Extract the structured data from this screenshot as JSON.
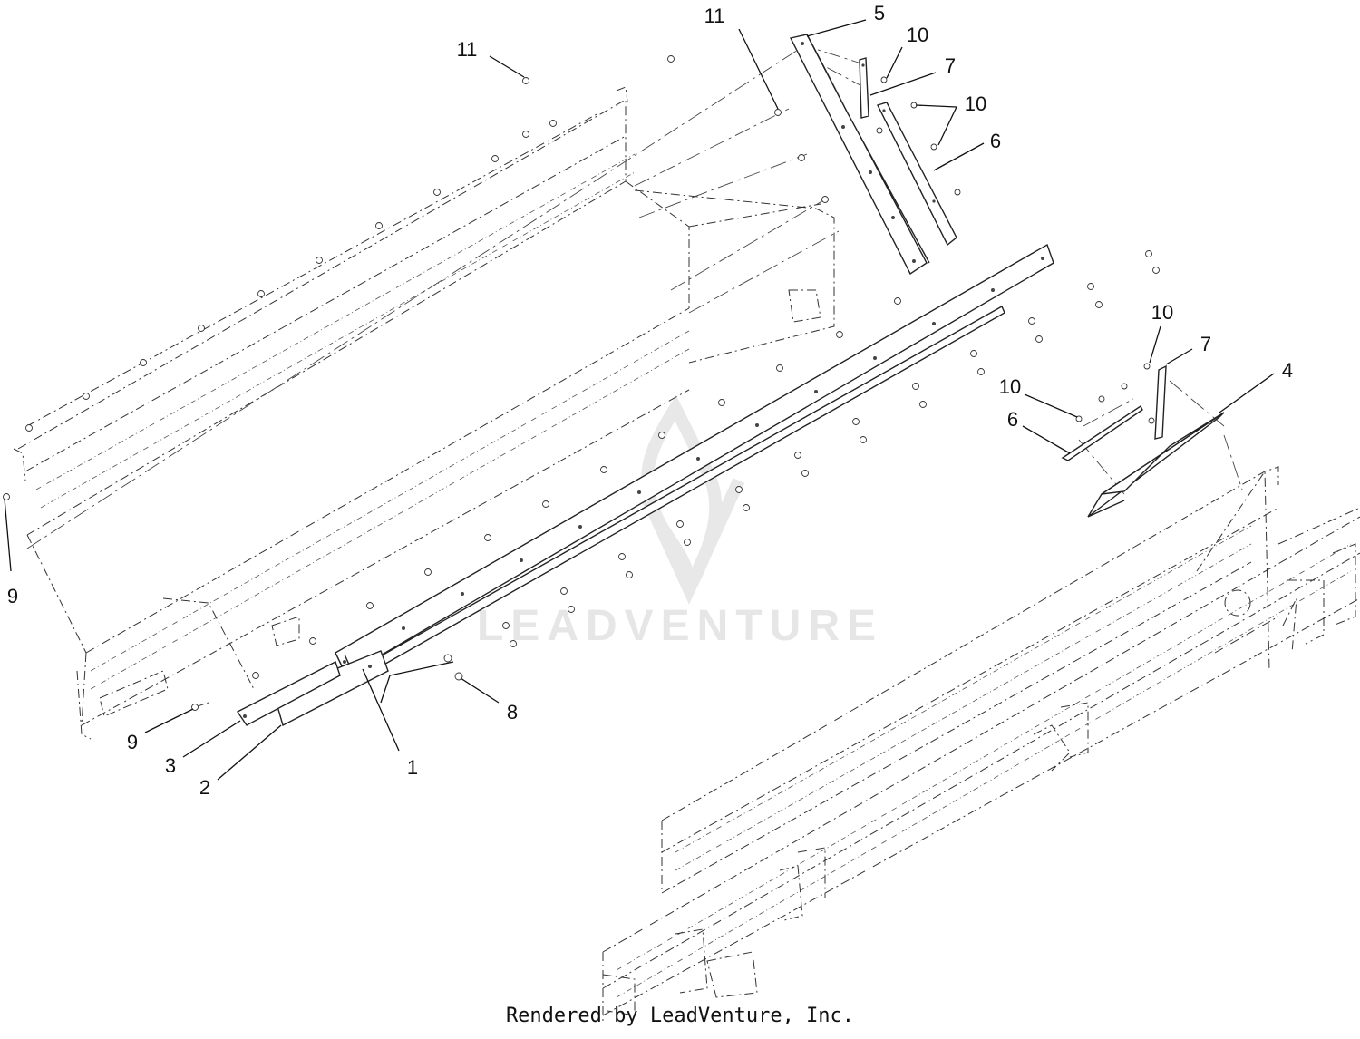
{
  "callouts": [
    {
      "id": "c11a",
      "label": "11"
    },
    {
      "id": "c11b",
      "label": "11"
    },
    {
      "id": "c5",
      "label": "5"
    },
    {
      "id": "c10a",
      "label": "10"
    },
    {
      "id": "c7a",
      "label": "7"
    },
    {
      "id": "c10b",
      "label": "10"
    },
    {
      "id": "c6a",
      "label": "6"
    },
    {
      "id": "c10c",
      "label": "10"
    },
    {
      "id": "c7b",
      "label": "7"
    },
    {
      "id": "c4",
      "label": "4"
    },
    {
      "id": "c10d",
      "label": "10"
    },
    {
      "id": "c6b",
      "label": "6"
    },
    {
      "id": "c9a",
      "label": "9"
    },
    {
      "id": "c9b",
      "label": "9"
    },
    {
      "id": "c3",
      "label": "3"
    },
    {
      "id": "c2",
      "label": "2"
    },
    {
      "id": "c1",
      "label": "1"
    },
    {
      "id": "c8",
      "label": "8"
    }
  ],
  "watermark": "LEADVENTURE",
  "footer": "Rendered by LeadVenture, Inc.",
  "colors": {
    "line": "#222222",
    "watermark": "#e6e6e6",
    "background": "#ffffff"
  }
}
